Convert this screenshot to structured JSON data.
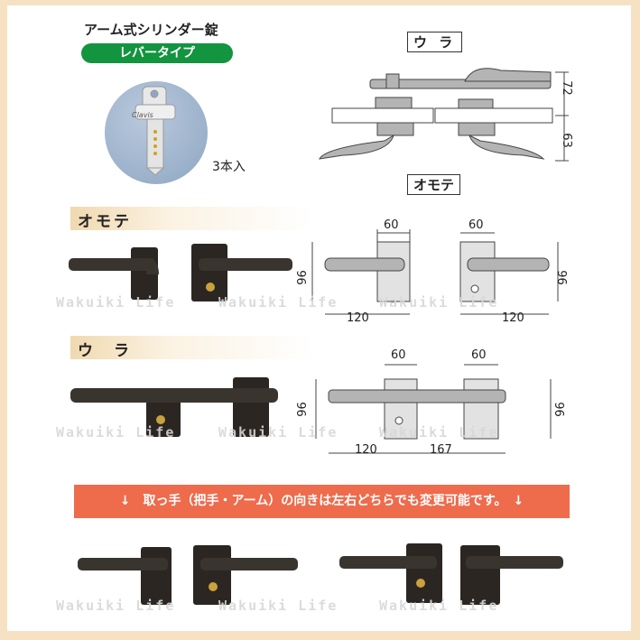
{
  "product": {
    "title": "アーム式シリンダー錠",
    "subtitle": "レバータイプ",
    "key_count": "3本入",
    "key_brand": "Clavis"
  },
  "sections": {
    "front": "オモテ",
    "back": "ウ　ラ"
  },
  "side_labels": {
    "back": "ウ ラ",
    "front": "オモテ"
  },
  "dimensions": {
    "side_top": "72",
    "side_bottom": "63",
    "front_left_width": "60",
    "front_left_height": "96",
    "front_left_length": "120",
    "front_right_width": "60",
    "front_right_height": "96",
    "front_right_length": "120",
    "back_width_left": "60",
    "back_width_right": "60",
    "back_height_left": "96",
    "back_height_right": "96",
    "back_length_left": "120",
    "back_length_right": "167"
  },
  "notice": "↓　取っ手（把手・アーム）の向きは左右どちらでも変更可能です。　↓",
  "watermark": "Wakuiki Life",
  "colors": {
    "pill_green": "#13943f",
    "banner_orange": "#ee6b4c",
    "frame_beige": "#f6e2c2",
    "hardware_dark": "#2b2622",
    "drawing_gray": "#b4b4b4"
  }
}
